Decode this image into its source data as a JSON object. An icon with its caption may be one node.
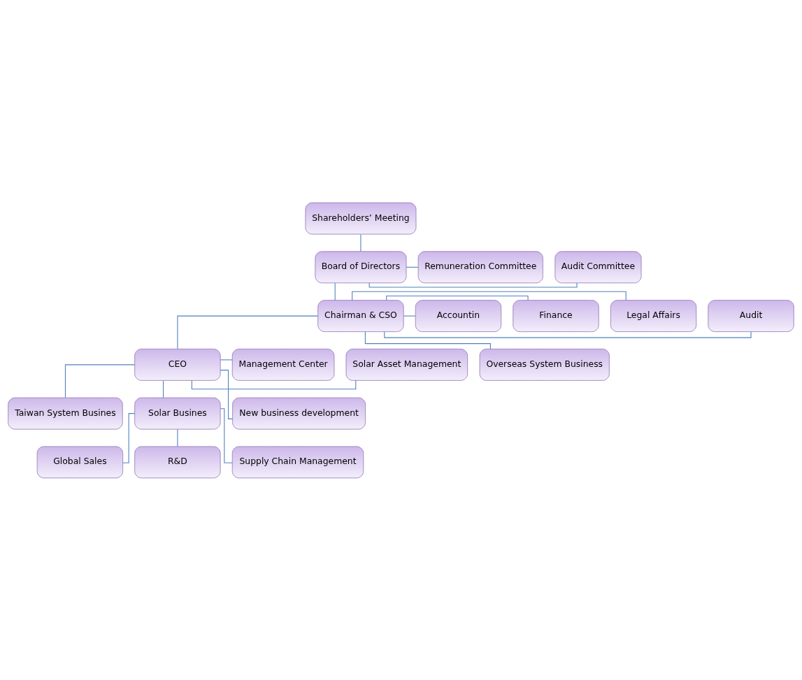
{
  "diagram": {
    "nodes": [
      {
        "text": [
          "Shareholders’ Meeting"
        ]
      },
      {
        "text": [
          "Audit Committee"
        ]
      },
      {
        "text": [
          "Remuneration Committee"
        ]
      },
      {
        "text": [
          "Board of Directors"
        ]
      },
      {
        "text": [
          "Audit"
        ]
      },
      {
        "text": [
          "Legal Affairs"
        ]
      },
      {
        "text": [
          "Chairman & CSO"
        ]
      },
      {
        "text": [
          "Finance"
        ]
      },
      {
        "text": [
          "Accountin"
        ]
      },
      {
        "text": [
          "Solar Asset Management"
        ]
      },
      {
        "text": [
          "CEO"
        ]
      },
      {
        "text": [
          "Management Center"
        ]
      },
      {
        "text": [
          "Overseas System Business"
        ]
      },
      {
        "text": [
          "Taiwan System Busines"
        ]
      },
      {
        "text": [
          "Solar Busines"
        ]
      },
      {
        "text": [
          "New business development"
        ]
      },
      {
        "text": [
          "Global Sales"
        ]
      },
      {
        "text": [
          "R&D"
        ]
      },
      {
        "text": [
          "Supply Chain Management"
        ]
      }
    ],
    "edges": [
      {
        "from": 0,
        "to": 3,
        "arrow": "none"
      },
      {
        "from": 3,
        "to": 1,
        "arrow": "none"
      },
      {
        "from": 3,
        "to": 2,
        "arrow": "none"
      },
      {
        "from": 3,
        "to": 6,
        "arrow": "none"
      },
      {
        "from": 6,
        "to": 4,
        "arrow": "none"
      },
      {
        "from": 6,
        "to": 5,
        "arrow": "none"
      },
      {
        "from": 6,
        "to": 7,
        "arrow": "none"
      },
      {
        "from": 6,
        "to": 8,
        "arrow": "none"
      },
      {
        "from": 6,
        "to": 12,
        "arrow": "none"
      },
      {
        "from": 6,
        "to": 10,
        "arrow": "none"
      },
      {
        "from": 10,
        "to": 9,
        "arrow": "none"
      },
      {
        "from": 10,
        "to": 11,
        "arrow": "none"
      },
      {
        "from": 10,
        "to": 13,
        "arrow": "none"
      },
      {
        "from": 10,
        "to": 14,
        "arrow": "none"
      },
      {
        "from": 10,
        "to": 15,
        "arrow": "none"
      },
      {
        "from": 14,
        "to": 16,
        "arrow": "none"
      },
      {
        "from": 14,
        "to": 17,
        "arrow": "none"
      },
      {
        "from": 14,
        "to": 18,
        "arrow": "none"
      }
    ]
  }
}
